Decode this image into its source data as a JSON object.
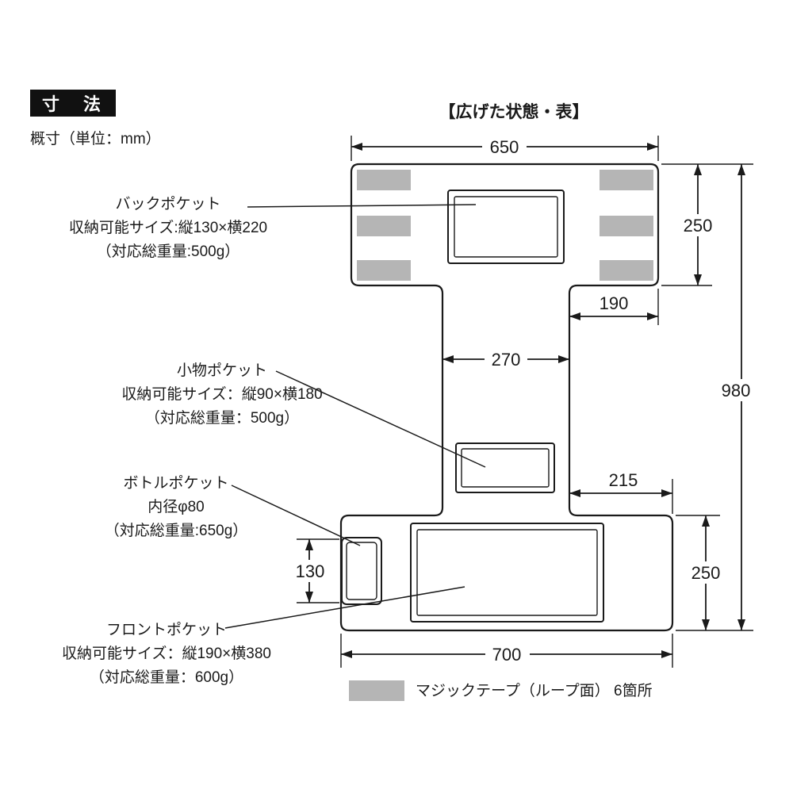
{
  "header": {
    "section_label": "寸　法",
    "unit_note": "概寸（単位：mm）",
    "diagram_title": "【広げた状態・表】"
  },
  "pocket_labels": {
    "back": {
      "name": "バックポケット",
      "size": "収納可能サイズ:縦130×横220",
      "weight": "（対応総重量:500g）"
    },
    "small": {
      "name": "小物ポケット",
      "size": "収納可能サイズ：縦90×横180",
      "weight": "（対応総重量：500g）"
    },
    "bottle": {
      "name": "ボトルポケット",
      "size": "内径φ80",
      "weight": "（対応総重量:650g）"
    },
    "front": {
      "name": "フロントポケット",
      "size": "収納可能サイズ：縦190×横380",
      "weight": "（対応総重量：600g）"
    }
  },
  "dimensions": {
    "top_width": "650",
    "top_section_height": "250",
    "upper_right_inset": "190",
    "center_width": "270",
    "total_height": "980",
    "lower_right_inset": "215",
    "bottom_section_height": "250",
    "bottle_pocket_height": "130",
    "bottom_width": "700"
  },
  "legend": {
    "velcro_label": "マジックテープ（ループ面） 6箇所"
  },
  "colors": {
    "line": "#1a1a1a",
    "velcro_gray": "#b5b5b5"
  }
}
